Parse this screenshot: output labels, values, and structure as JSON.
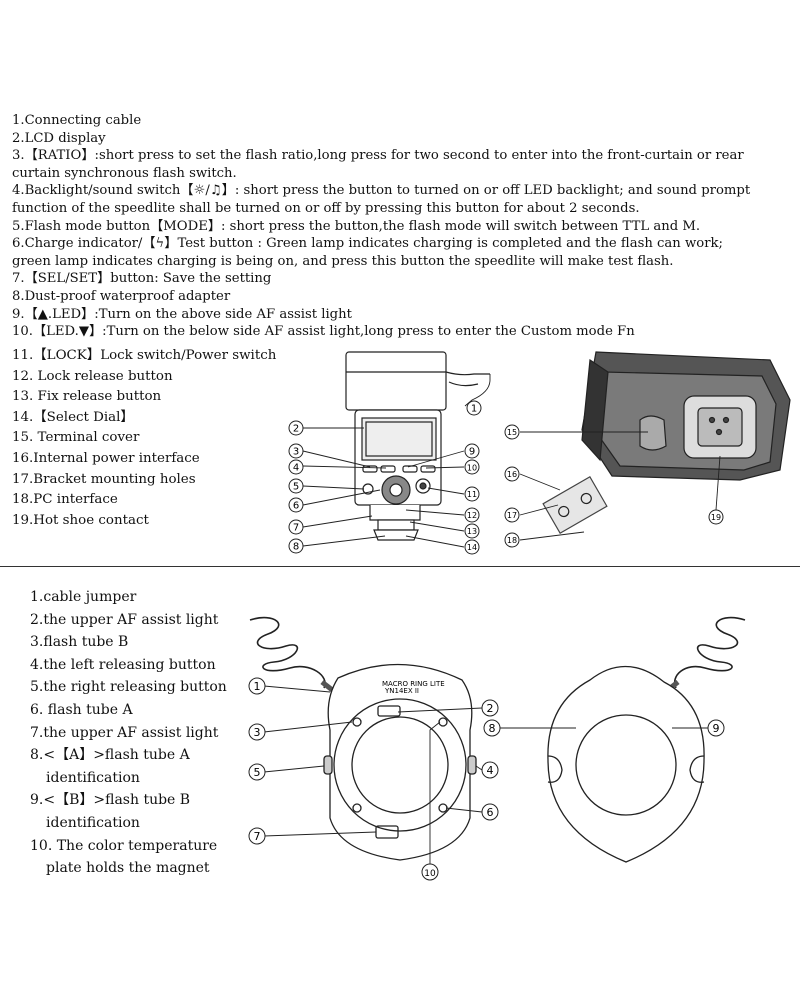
{
  "top_items": [
    "1.Connecting cable",
    "2.LCD display",
    "3.【RATIO】:short press to set the flash ratio,long press for two second to enter into the front-curtain or rear",
    "curtain synchronous flash switch.",
    "4.Backlight/sound switch【☼/♫】: short press the button to turned on or off LED backlight; and sound prompt",
    "function of the speedlite shall be turned on or off by pressing this button for about 2 seconds.",
    "5.Flash mode button【MODE】: short press the button,the flash mode will switch between TTL and M.",
    "6.Charge indicator/【ϟ】Test button : Green lamp indicates charging is completed and the flash can work;",
    " green lamp indicates charging is being on, and press this button the speedlite will make test flash.",
    "7.【SEL/SET】button: Save the setting",
    "8.Dust-proof waterproof adapter",
    "9.【▲.LED】:Turn on the above side AF assist light",
    "10.【LED.▼】:Turn on the below side AF assist light,long press to enter the Custom mode Fn"
  ],
  "left_items": [
    "11.【LOCK】Lock switch/Power switch",
    "12. Lock release button",
    "13. Fix release button",
    "14.【Select Dial】",
    "15. Terminal cover",
    "16.Internal power interface",
    "17.Bracket mounting holes",
    "18.PC interface",
    "19.Hot shoe contact"
  ],
  "bottom_items": [
    "1.cable jumper",
    "2.the upper AF assist light",
    "3.flash tube B",
    "4.the left releasing button",
    "5.the right releasing button",
    "6.  flash tube A",
    "7.the upper AF assist light",
    "8.<【A】>flash tube A",
    "identification",
    "9.<【B】>flash tube B",
    "identification",
    "10. The color temperature",
    "plate holds the magnet"
  ],
  "callouts_top": [
    "1",
    "2",
    "3",
    "4",
    "5",
    "6",
    "7",
    "8",
    "9",
    "10",
    "11",
    "12",
    "13",
    "14",
    "15",
    "16",
    "17",
    "18",
    "19"
  ],
  "callouts_bottom": [
    "1",
    "2",
    "3",
    "4",
    "5",
    "6",
    "7",
    "8",
    "9",
    "10"
  ],
  "ring_model": "YN14EX II",
  "ring_brand": "MACRO RING LITE"
}
